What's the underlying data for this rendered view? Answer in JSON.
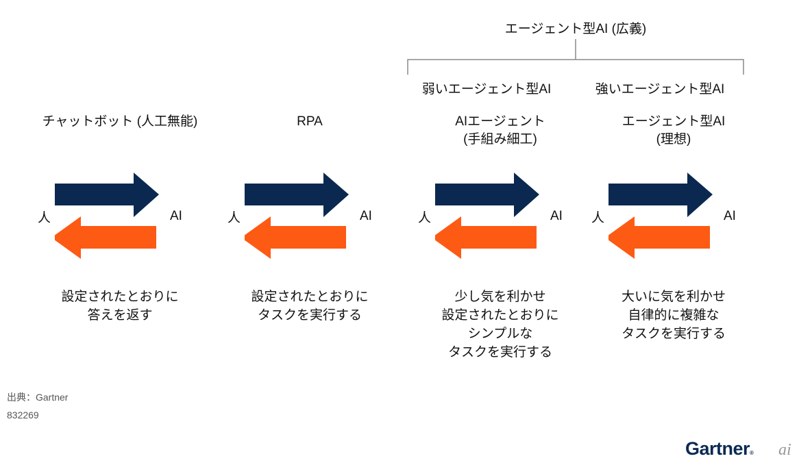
{
  "top": {
    "broad": "エージェント型AI (広義)",
    "weak": "弱いエージェント型AI",
    "strong": "強いエージェント型AI"
  },
  "columns": [
    {
      "title": [
        "チャットボット (人工無能)",
        ""
      ],
      "human": "人",
      "ai": "AI",
      "desc": [
        "設定されたとおりに",
        "答えを返す"
      ]
    },
    {
      "title": [
        "RPA",
        ""
      ],
      "human": "人",
      "ai": "AI",
      "desc": [
        "設定されたとおりに",
        "タスクを実行する"
      ]
    },
    {
      "title": [
        "AIエージェント",
        "(手組み細工)"
      ],
      "human": "人",
      "ai": "AI",
      "desc": [
        "少し気を利かせ",
        "設定されたとおりに",
        "シンプルな",
        "タスクを実行する"
      ]
    },
    {
      "title": [
        "エージェント型AI",
        "(理想)"
      ],
      "human": "人",
      "ai": "AI",
      "desc": [
        "大いに気を利かせ",
        "自律的に複雑な",
        "タスクを実行する"
      ]
    }
  ],
  "footer": {
    "source": "出典：Gartner",
    "id": "832269",
    "logo": "Gartner",
    "logo_mark": "®",
    "ai_logo": "ai"
  },
  "colors": {
    "navy": "#0b2850",
    "orange": "#fd5a14",
    "bracket": "#888888"
  }
}
